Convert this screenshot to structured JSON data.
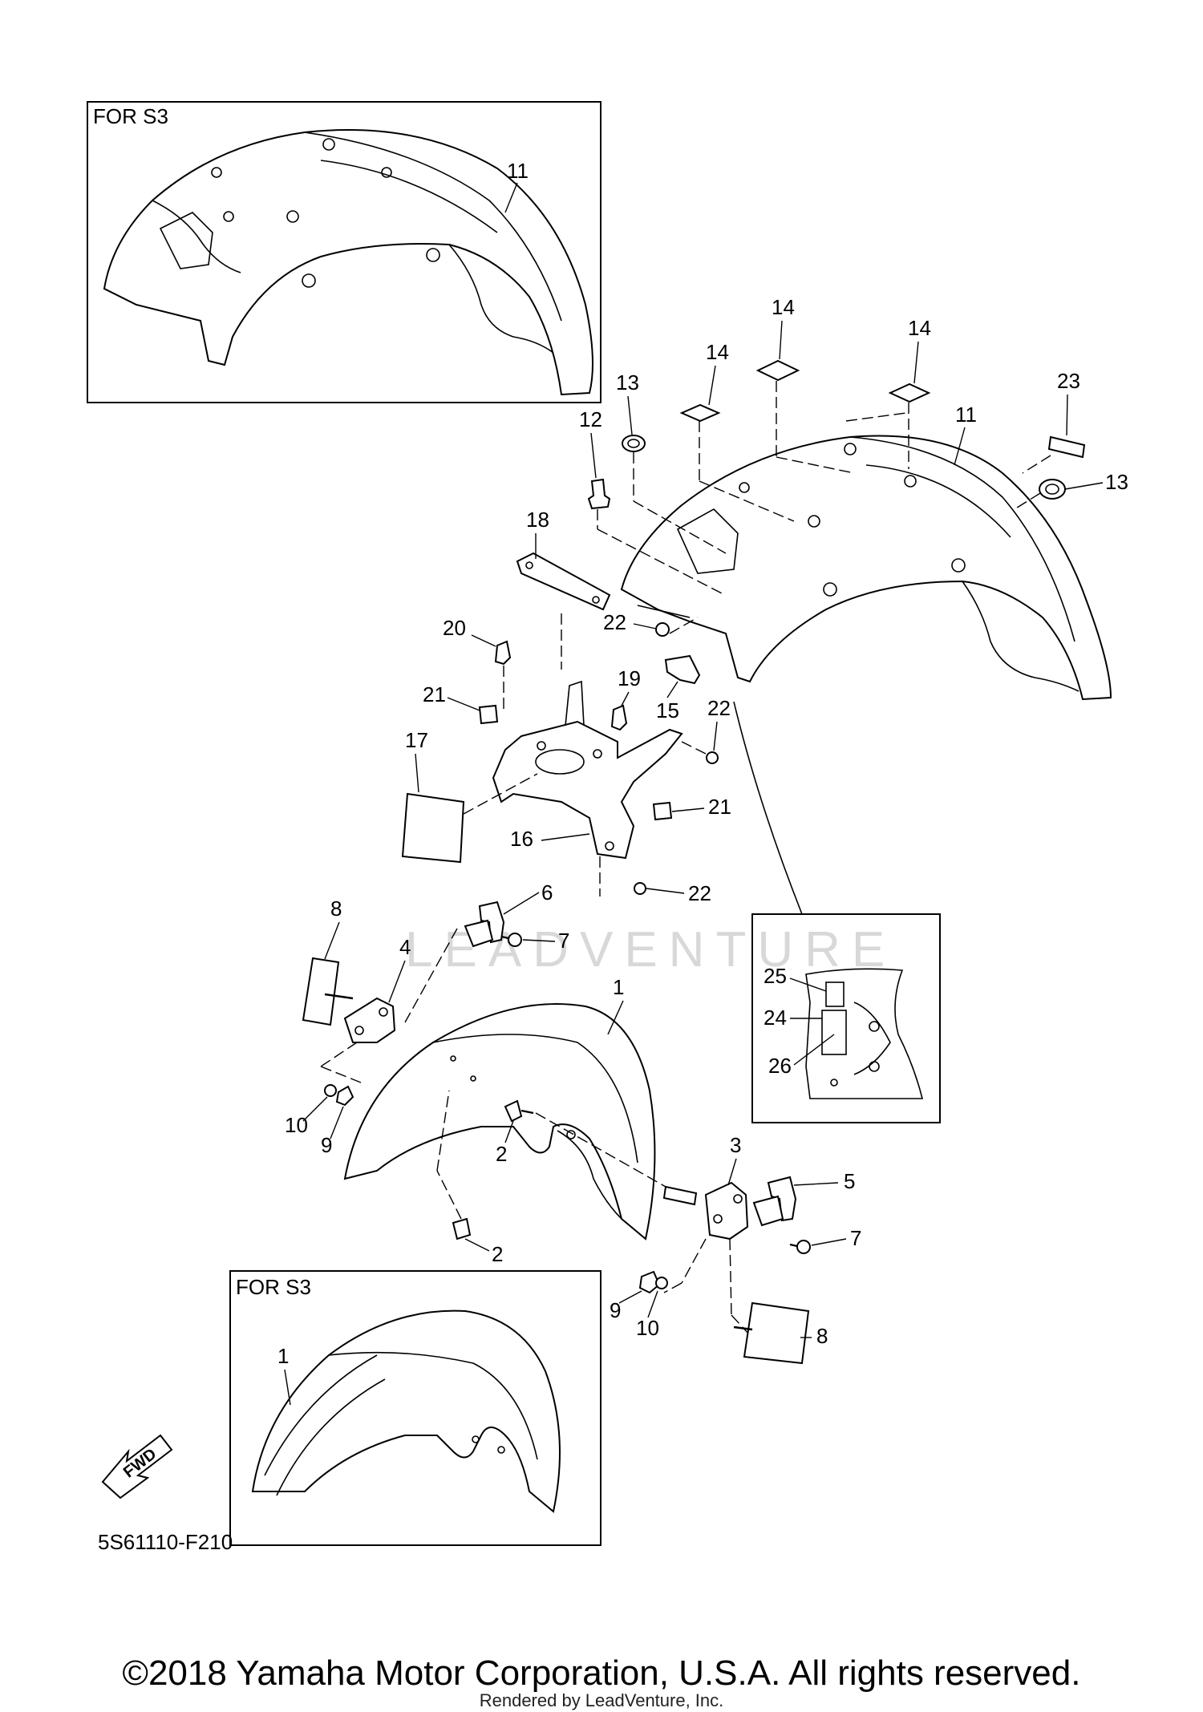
{
  "diagram": {
    "box_labels": [
      "FOR S3",
      "FOR S3"
    ],
    "fwd_badge": "FWD",
    "watermark": "LEADVENTURE",
    "catalog_code": "5S61110-F210",
    "callouts": [
      "11",
      "14",
      "14",
      "14",
      "13",
      "12",
      "23",
      "11",
      "13",
      "18",
      "22",
      "20",
      "21",
      "19",
      "15",
      "22",
      "17",
      "21",
      "16",
      "22",
      "6",
      "8",
      "4",
      "7",
      "25",
      "24",
      "26",
      "1",
      "10",
      "9",
      "2",
      "3",
      "5",
      "2",
      "7",
      "9",
      "10",
      "8",
      "1"
    ]
  },
  "footer": {
    "copyright": "©2018 Yamaha Motor Corporation, U.S.A. All rights reserved.",
    "rendered_by": "Rendered by LeadVenture, Inc."
  }
}
